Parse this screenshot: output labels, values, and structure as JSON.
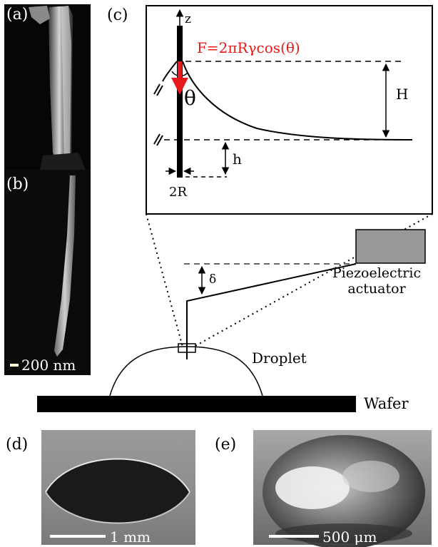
{
  "panels": {
    "a": {
      "label": "(a)"
    },
    "b": {
      "label": "(b)",
      "scale_text": "200 nm"
    },
    "c": {
      "label": "(c)",
      "axis_label": "z",
      "force_formula": "F=2πRγcos(θ)",
      "angle_label": "θ",
      "height_label": "H",
      "depth_label": "h",
      "diameter_label": "2R"
    },
    "setup": {
      "deflection_label": "δ",
      "actuator_label_line1": "Piezoelectric",
      "actuator_label_line2": "actuator",
      "droplet_label": "Droplet",
      "wafer_label": "Wafer"
    },
    "d": {
      "label": "(d)",
      "scale_text": "1 mm"
    },
    "e": {
      "label": "(e)",
      "scale_text": "500 μm"
    }
  },
  "colors": {
    "force_arrow": "#e41a1c",
    "actuator_fill": "#999999",
    "wafer": "#000000",
    "background": "#ffffff"
  }
}
